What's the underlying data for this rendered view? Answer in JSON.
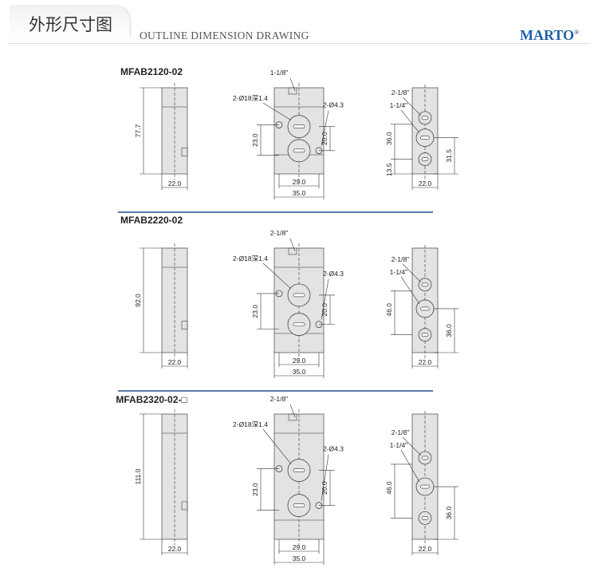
{
  "header": {
    "title_cn": "外形尺寸图",
    "subtitle": "OUTLINE DIMENSION DRAWING",
    "brand": "MARTO",
    "brand_mark": "®"
  },
  "colors": {
    "divider": "#1f4f8a",
    "body": "#e3e3e3",
    "brand": "#1f5fa8"
  },
  "sections": [
    {
      "model": "MFAB2120-02",
      "height": "77.7",
      "side_width": "22.0",
      "top_port": "1-1/8\"",
      "pilot": "2-Ø18深1.4",
      "mount_hole": "2-Ø4.3",
      "dim_left": "23.0",
      "dim_right": "20.0",
      "dim_inner": "29.0",
      "dim_outer": "35.0",
      "port_a": "2-1/8\"",
      "port_b": "1-1/4\"",
      "rv_dim_left": "36.0",
      "rv_dim_low": "13.5",
      "rv_dim_right": "31.5",
      "rv_width": "22.0"
    },
    {
      "model": "MFAB2220-02",
      "height": "92.0",
      "side_width": "22.0",
      "top_port": "2-1/8\"",
      "pilot": "2-Ø18深1.4",
      "mount_hole": "2-Ø4.3",
      "dim_left": "23.0",
      "dim_right": "20.0",
      "dim_inner": "29.0",
      "dim_outer": "35.0",
      "port_a": "2-1/8\"",
      "port_b": "1-1/4\"",
      "rv_dim_left": "46.0",
      "rv_dim_right": "36.0",
      "rv_width": "22.0"
    },
    {
      "model": "MFAB2320-02-□",
      "height": "111.0",
      "side_width": "22.0",
      "top_port": "2-1/8\"",
      "pilot": "2-Ø18深1.4",
      "mount_hole": "2-Ø4.3",
      "dim_left": "23.0",
      "dim_right": "20.0",
      "dim_inner": "29.0",
      "dim_outer": "35.0",
      "port_a": "2-1/8\"",
      "port_b": "1-1/4\"",
      "rv_dim_left": "46.0",
      "rv_dim_right": "36.0",
      "rv_width": "22.0"
    }
  ]
}
